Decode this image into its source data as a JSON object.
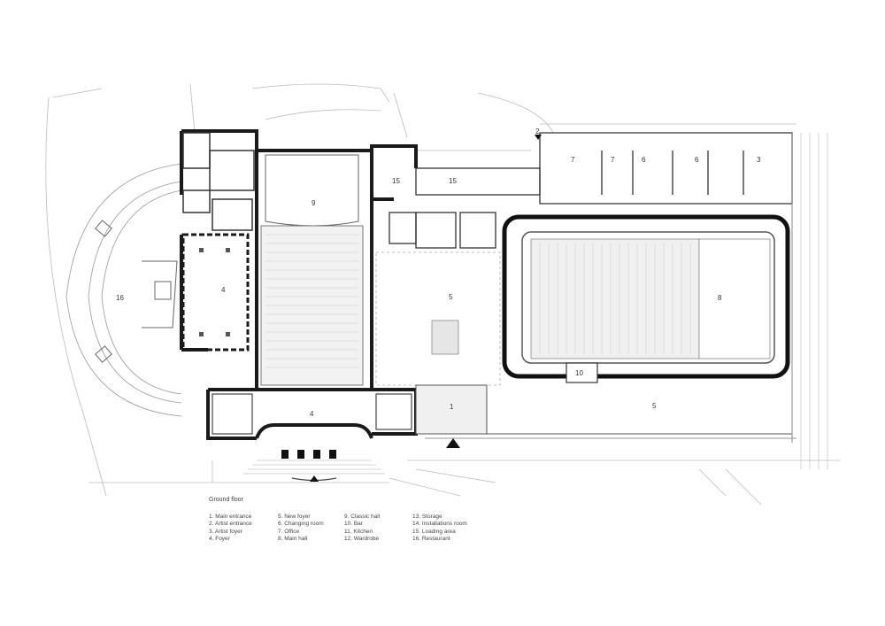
{
  "plan": {
    "title": "Ground floor",
    "room_labels": {
      "r1": "1",
      "r2": "2",
      "r3": "3",
      "r4a": "4",
      "r4b": "4",
      "r5a": "5",
      "r5b": "5",
      "r6a": "6",
      "r6b": "6",
      "r7a": "7",
      "r7b": "7",
      "r8": "8",
      "r9": "9",
      "r10": "10",
      "r15a": "15",
      "r15b": "15",
      "r16": "16"
    },
    "legend": [
      [
        "1.  Main entrance",
        "2.  Artist entrance",
        "3.  Artist foyer",
        "4.  Foyer"
      ],
      [
        "5.  New foyer",
        "6.  Changing room",
        "7.  Office",
        "8.  Main hall"
      ],
      [
        "9.  Classic hall",
        "10. Bar",
        "11. Kitchen",
        "12. Wardrobe"
      ],
      [
        "13. Storage",
        "14. Installations room",
        "15. Loading area",
        "16. Restaurant"
      ]
    ]
  }
}
